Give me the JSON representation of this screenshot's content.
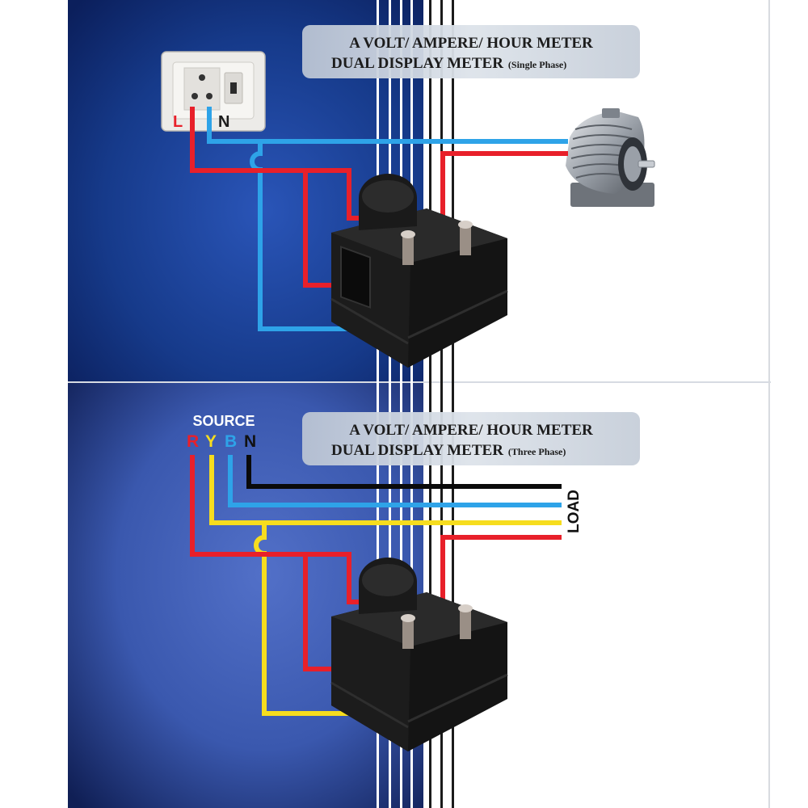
{
  "panel_single_phase": {
    "title_line1": "A VOLT/ AMPERE/ HOUR METER",
    "title_line2": "DUAL DISPLAY METER",
    "title_note": "(Single Phase)",
    "socket_label_l": "L",
    "socket_label_n": "N"
  },
  "panel_three_phase": {
    "title_line1": "A VOLT/ AMPERE/ HOUR METER",
    "title_line2": "DUAL DISPLAY METER",
    "title_note": "(Three Phase)",
    "source_label": "SOURCE",
    "phase_r": "R",
    "phase_y": "Y",
    "phase_b": "B",
    "phase_n": "N",
    "load_label": "LOAD"
  },
  "colors": {
    "wire_red": "#e8202a",
    "wire_blue": "#2ea3e8",
    "wire_yellow": "#f6dd1e",
    "wire_black": "#0a0a0a",
    "background_navy": "#0e2a6b",
    "background_blue": "#3552a8"
  },
  "icons": [
    "wall-socket-icon",
    "electric-motor-icon",
    "meter-device-icon",
    "current-transformer-icon"
  ]
}
